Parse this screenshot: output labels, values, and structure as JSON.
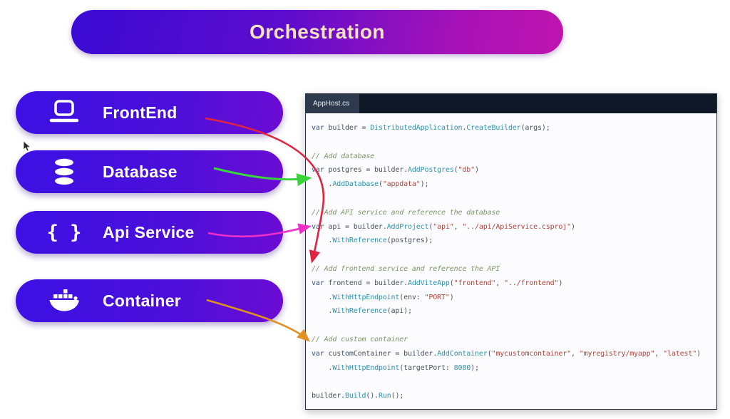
{
  "title": {
    "label": "Orchestration"
  },
  "sidebar": {
    "items": [
      {
        "label": "FrontEnd",
        "icon": "laptop-icon"
      },
      {
        "label": "Database",
        "icon": "database-icon"
      },
      {
        "label": "Api Service",
        "icon": "braces-icon",
        "glyph": "{ }"
      },
      {
        "label": "Container",
        "icon": "docker-whale-icon"
      }
    ]
  },
  "editor": {
    "tab": "AppHost.cs",
    "code": {
      "lines": [
        [
          [
            "kw",
            "var "
          ],
          [
            "plain",
            "builder = "
          ],
          [
            "type",
            "DistributedApplication"
          ],
          [
            "plain",
            "."
          ],
          [
            "method",
            "CreateBuilder"
          ],
          [
            "plain",
            "(args);"
          ]
        ],
        [],
        [
          [
            "com",
            "// Add database"
          ]
        ],
        [
          [
            "kw",
            "var "
          ],
          [
            "plain",
            "postgres = builder."
          ],
          [
            "method",
            "AddPostgres"
          ],
          [
            "plain",
            "("
          ],
          [
            "str",
            "\"db\""
          ],
          [
            "plain",
            ")"
          ]
        ],
        [
          [
            "plain",
            "    ."
          ],
          [
            "method",
            "AddDatabase"
          ],
          [
            "plain",
            "("
          ],
          [
            "str",
            "\"appdata\""
          ],
          [
            "plain",
            ");"
          ]
        ],
        [],
        [
          [
            "com",
            "// Add API service and reference the database"
          ]
        ],
        [
          [
            "kw",
            "var "
          ],
          [
            "plain",
            "api = builder."
          ],
          [
            "method",
            "AddProject"
          ],
          [
            "plain",
            "("
          ],
          [
            "str",
            "\"api\""
          ],
          [
            "plain",
            ", "
          ],
          [
            "str",
            "\"../api/ApiService.csproj\""
          ],
          [
            "plain",
            ")"
          ]
        ],
        [
          [
            "plain",
            "    ."
          ],
          [
            "method",
            "WithReference"
          ],
          [
            "plain",
            "(postgres);"
          ]
        ],
        [],
        [
          [
            "com",
            "// Add frontend service and reference the API"
          ]
        ],
        [
          [
            "kw",
            "var "
          ],
          [
            "plain",
            "frontend = builder."
          ],
          [
            "method",
            "AddViteApp"
          ],
          [
            "plain",
            "("
          ],
          [
            "str",
            "\"frontend\""
          ],
          [
            "plain",
            ", "
          ],
          [
            "str",
            "\"../frontend\""
          ],
          [
            "plain",
            ")"
          ]
        ],
        [
          [
            "plain",
            "    ."
          ],
          [
            "method",
            "WithHttpEndpoint"
          ],
          [
            "plain",
            "(env: "
          ],
          [
            "str",
            "\"PORT\""
          ],
          [
            "plain",
            ")"
          ]
        ],
        [
          [
            "plain",
            "    ."
          ],
          [
            "method",
            "WithReference"
          ],
          [
            "plain",
            "(api);"
          ]
        ],
        [],
        [
          [
            "com",
            "// Add custom container"
          ]
        ],
        [
          [
            "kw",
            "var "
          ],
          [
            "plain",
            "customContainer = builder."
          ],
          [
            "method",
            "AddContainer"
          ],
          [
            "plain",
            "("
          ],
          [
            "str",
            "\"mycustomcontainer\""
          ],
          [
            "plain",
            ", "
          ],
          [
            "str",
            "\"myregistry/myapp\""
          ],
          [
            "plain",
            ", "
          ],
          [
            "str",
            "\"latest\""
          ],
          [
            "plain",
            ")"
          ]
        ],
        [
          [
            "plain",
            "    ."
          ],
          [
            "method",
            "WithHttpEndpoint"
          ],
          [
            "plain",
            "(targetPort: "
          ],
          [
            "num",
            "8080"
          ],
          [
            "plain",
            ");"
          ]
        ],
        [],
        [
          [
            "plain",
            "builder."
          ],
          [
            "method",
            "Build"
          ],
          [
            "plain",
            "()."
          ],
          [
            "method",
            "Run"
          ],
          [
            "plain",
            "();"
          ]
        ]
      ]
    }
  },
  "arrows": [
    {
      "name": "frontend-to-code-arrow",
      "color": "#df2442"
    },
    {
      "name": "database-to-code-arrow",
      "color": "#3cd43c"
    },
    {
      "name": "api-to-code-arrow",
      "color": "#ec30c8"
    },
    {
      "name": "container-to-code-arrow",
      "color": "#e09122"
    }
  ],
  "colors": {
    "title_gradient_start": "#3a0bd4",
    "title_gradient_end": "#bf14ae",
    "button_gradient_start": "#3c10e4",
    "button_gradient_end": "#6b0cd3",
    "editor_header": "#0f1826",
    "editor_tab": "#2d3a4e",
    "code_background": "#fcfcfe"
  }
}
